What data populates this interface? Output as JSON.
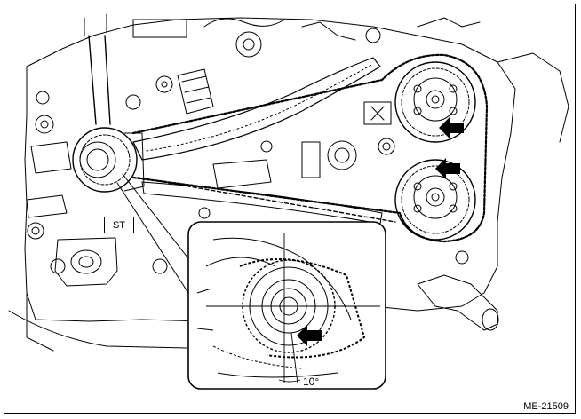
{
  "labels": {
    "tool": "ST",
    "angle": "10°",
    "figure_id": "ME-21509"
  },
  "colors": {
    "line": "#000000",
    "background": "#ffffff",
    "arrow": "#000000"
  }
}
